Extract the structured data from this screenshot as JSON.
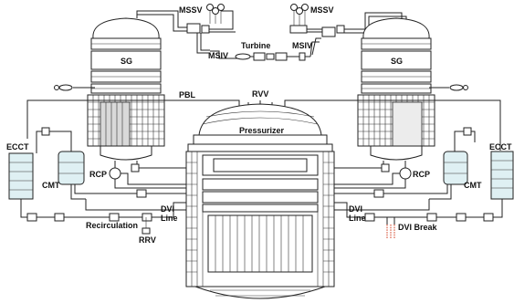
{
  "labels": {
    "mssv_left": "MSSV",
    "mssv_right": "MSSV",
    "msiv_left": "MSIV",
    "msiv_right": "MSIV",
    "turbine": "Turbine",
    "sg_left": "SG",
    "sg_right": "SG",
    "pbl": "PBL",
    "rvv": "RVV",
    "pressurizer": "Pressurizer",
    "ecct_left": "ECCT",
    "ecct_right": "ECCT",
    "cmt_left": "CMT",
    "cmt_right": "CMT",
    "rcp_left": "RCP",
    "rcp_right": "RCP",
    "dvi_line_left": "DVI\nLine",
    "dvi_line_right": "DVI\nLine",
    "dvi_break": "DVI Break",
    "recirculation": "Recirculation",
    "rrv": "RRV"
  }
}
